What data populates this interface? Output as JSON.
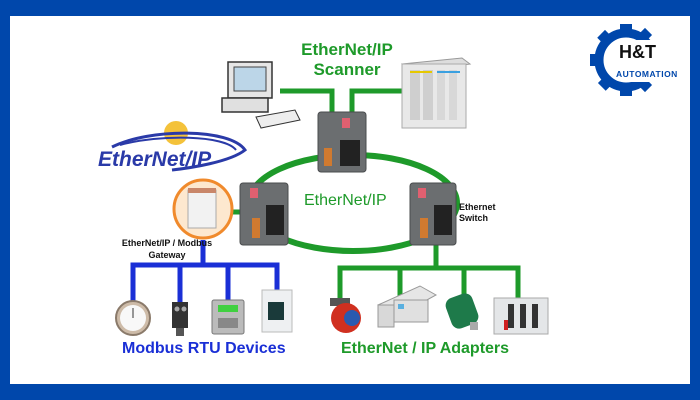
{
  "diagram": {
    "title_top": {
      "line1": "EtherNet/IP",
      "line2": "Scanner"
    },
    "ring_label": "EtherNet/IP",
    "switch_label": {
      "line1": "Ethernet",
      "line2": "Switch"
    },
    "gateway_label": {
      "line1": "EtherNet/IP / Modbus",
      "line2": "Gateway"
    },
    "modbus_label": "Modbus RTU Devices",
    "adapters_label": "EtherNet / IP Adapters",
    "ethernetip_logo_text": "EtherNet/IP",
    "colors": {
      "border": "#0047AB",
      "green": "#1e9a2a",
      "blue": "#1a2fd6",
      "switch": "#6b6e70",
      "gateway_ring": "#f08a2c"
    }
  },
  "brand": {
    "line1": "H&T",
    "line2": "AUTOMATION"
  },
  "nodes": {
    "scanner_devices": [
      "pc-icon",
      "plc-rack-icon"
    ],
    "switches": [
      "ethernet-switch-top",
      "ethernet-switch-left",
      "ethernet-switch-right"
    ],
    "modbus_devices": [
      "gauge-icon",
      "photo-sensor-icon",
      "hmi-controller-icon",
      "power-meter-icon"
    ],
    "adapter_devices": [
      "motor-icon",
      "io-module-icon",
      "encoder-icon",
      "drive-module-icon"
    ]
  }
}
